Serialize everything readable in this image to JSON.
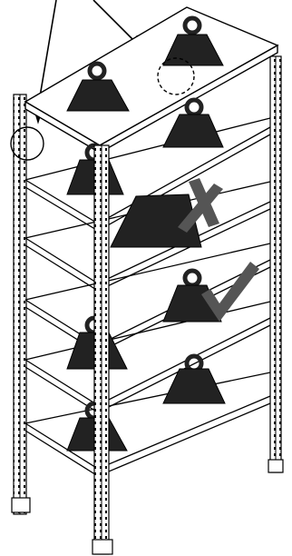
{
  "diagram": {
    "type": "shelving-load-placement",
    "shelf_count": 6,
    "marks": {
      "incorrect": "cross-mark",
      "correct": "check-mark"
    },
    "colors": {
      "weight_fill": "#222222",
      "mark_fill": "#555555",
      "outline": "#000000",
      "background": "#ffffff"
    }
  }
}
